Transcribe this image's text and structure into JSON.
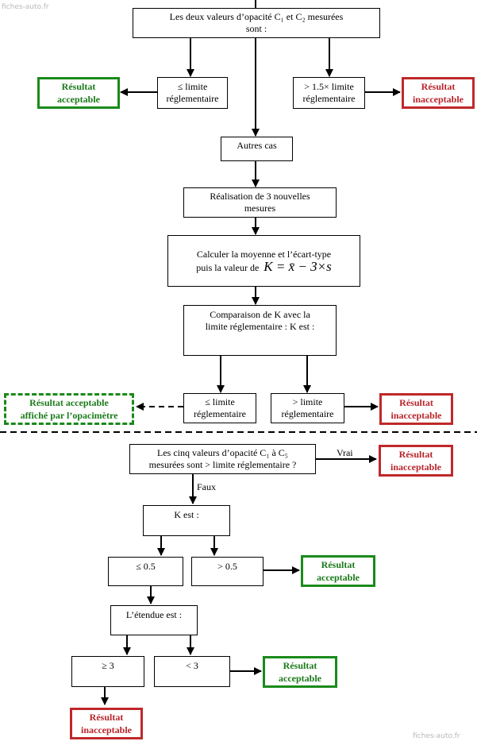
{
  "watermark": "fiches-auto.fr",
  "nodes": {
    "opacity_c1c2": {
      "line1": "Les deux valeurs d’opacité C₁ et C₂ mesurées",
      "line2": "sont :"
    },
    "leq_limit_1": {
      "line1": "≤ limite",
      "line2": "réglementaire"
    },
    "gt_15_limit": {
      "line1": "> 1.5× limite",
      "line2": "réglementaire"
    },
    "autres_cas": {
      "text": "Autres cas"
    },
    "trois_mesures": {
      "line1": "Réalisation de 3 nouvelles",
      "line2": "mesures"
    },
    "calcul": {
      "line1": "Calculer la moyenne et l’écart-type",
      "line2": "puis la valeur de",
      "formula": "K = x̄ − 3×s"
    },
    "comparaison": {
      "line1": "Comparaison de K avec la",
      "line2": "limite réglementaire : K est :"
    },
    "leq_limit_2": {
      "line1": "≤ limite",
      "line2": "réglementaire"
    },
    "gt_limit": {
      "line1": "> limite",
      "line2": "réglementaire"
    },
    "cinq_valeurs": {
      "line1": "Les cinq valeurs d’opacité C₁ à C₅",
      "line2": "mesurées sont > limite réglementaire ?"
    },
    "k_est": {
      "text": "K est :"
    },
    "leq_05": {
      "text": "≤ 0.5"
    },
    "gt_05": {
      "text": "> 0.5"
    },
    "etendue": {
      "text": "L’étendue est :"
    },
    "geq_3": {
      "text": "≥ 3"
    },
    "lt_3": {
      "text": "< 3"
    }
  },
  "results": {
    "acceptable_1": {
      "line1": "Résultat",
      "line2": "acceptable"
    },
    "inacceptable_1": {
      "line1": "Résultat",
      "line2": "inacceptable"
    },
    "acceptable_opacimetre": {
      "line1": "Résultat acceptable",
      "line2": "affiché par l’opacimètre"
    },
    "inacceptable_2": {
      "line1": "Résultat",
      "line2": "inacceptable"
    },
    "inacceptable_3": {
      "line1": "Résultat",
      "line2": "inacceptable"
    },
    "acceptable_2": {
      "line1": "Résultat",
      "line2": "acceptable"
    },
    "acceptable_3": {
      "line1": "Résultat",
      "line2": "acceptable"
    },
    "inacceptable_4": {
      "line1": "Résultat",
      "line2": "inacceptable"
    }
  },
  "edge_labels": {
    "vrai": "Vrai",
    "faux": "Faux"
  },
  "colors": {
    "acceptable": "#1a8a1a",
    "inacceptable": "#c0282a"
  }
}
